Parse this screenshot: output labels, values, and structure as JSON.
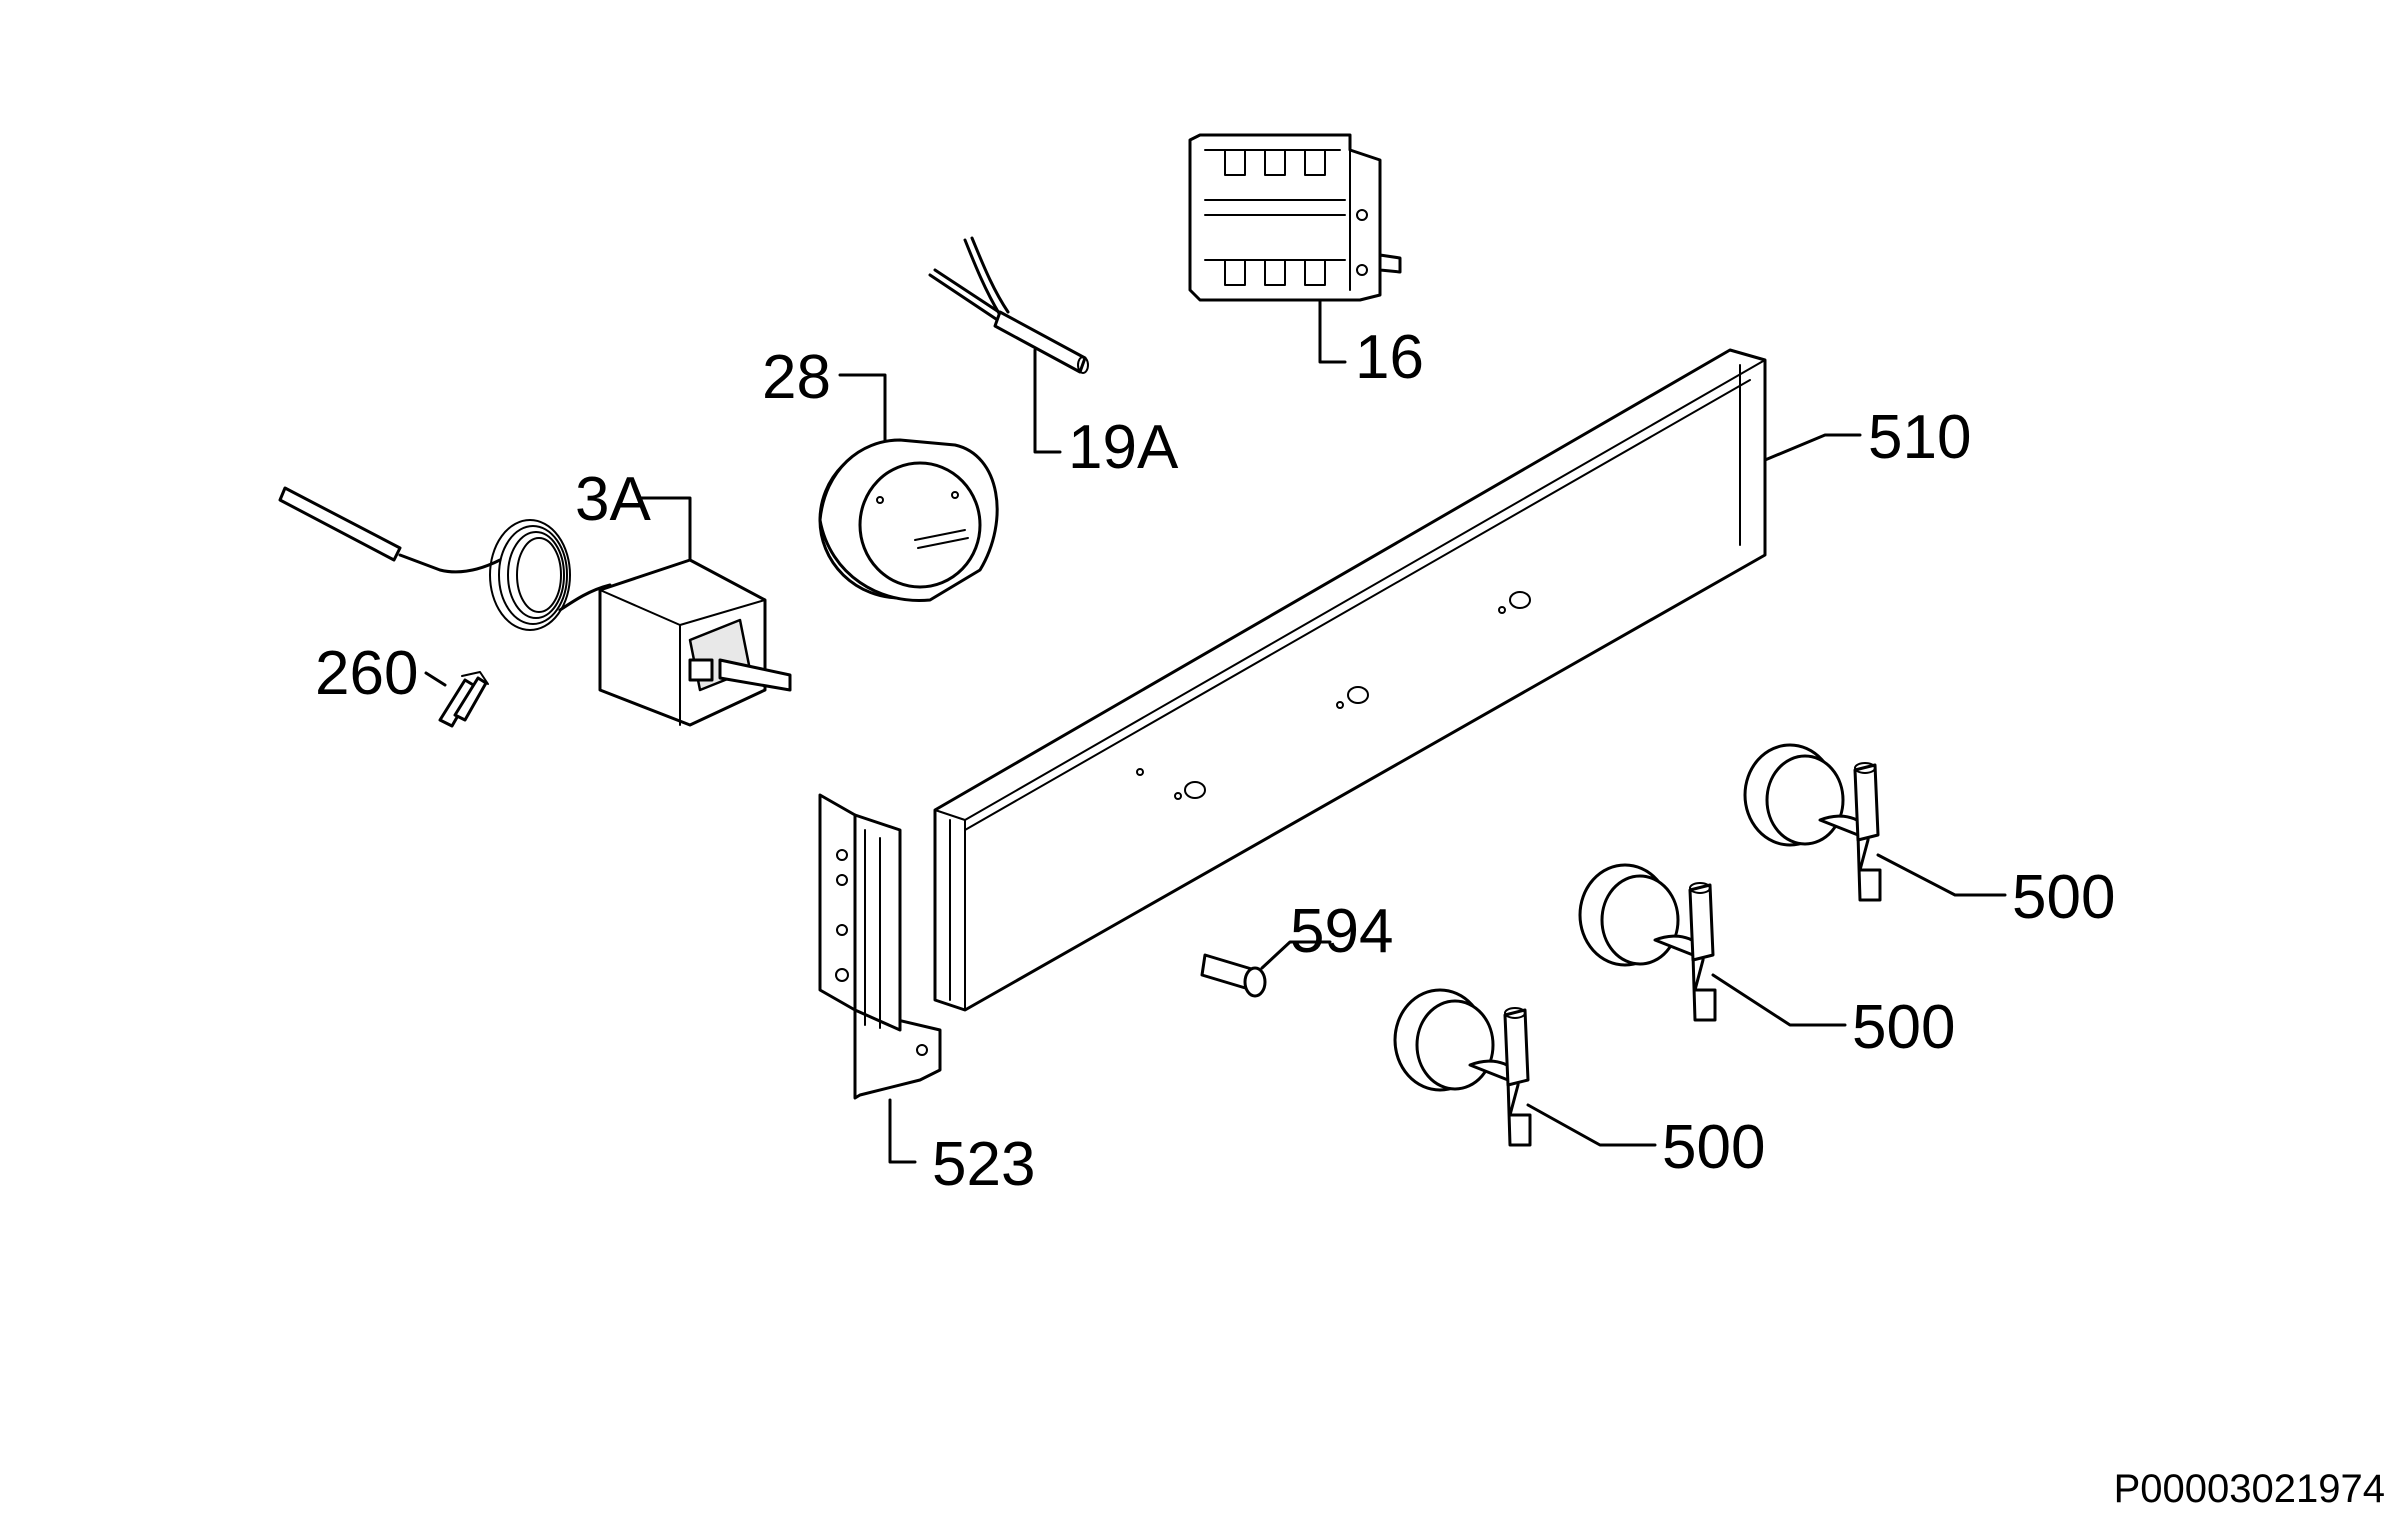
{
  "diagram": {
    "labels": {
      "p16": "16",
      "p19a": "19A",
      "p28": "28",
      "p3a": "3A",
      "p260": "260",
      "p510": "510",
      "p500a": "500",
      "p500b": "500",
      "p500c": "500",
      "p594": "594",
      "p523": "523"
    },
    "document_id": "P00003021974"
  }
}
